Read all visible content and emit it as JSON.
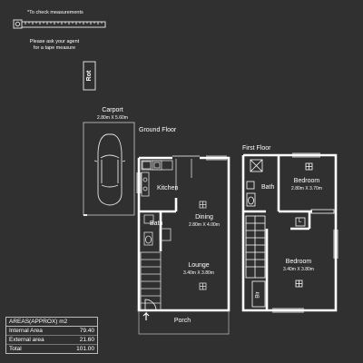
{
  "measure_note": {
    "top": "*To check measurements",
    "line1": "Please ask your agent",
    "line2": "for a tape measure"
  },
  "rot_label": "Rot",
  "carport": {
    "name": "Carport",
    "dims": "2.80m X 5.60m"
  },
  "ground_floor": {
    "title": "Ground Floor",
    "kitchen": "Kitchen",
    "dining": {
      "name": "Dining",
      "dims": "2.80m X 4.00m"
    },
    "bath": "Bath",
    "lounge": {
      "name": "Lounge",
      "dims": "3.40m X 3.80m"
    },
    "porch": "Porch"
  },
  "first_floor": {
    "title": "First Floor",
    "bath": "Bath",
    "bedroom1": {
      "name": "Bedroom",
      "dims": "2.80m X 3.70m"
    },
    "l_mark": "L",
    "bedroom2": {
      "name": "Bedroom",
      "dims": "3.40m X 3.80m"
    },
    "bir": "Bir"
  },
  "areas": {
    "title": "AREAS(APPROX) m2",
    "rows": [
      {
        "label": "Internal Area",
        "value": "79.40"
      },
      {
        "label": "External area",
        "value": "21.60"
      },
      {
        "label": "Total",
        "value": "101.00"
      }
    ]
  }
}
